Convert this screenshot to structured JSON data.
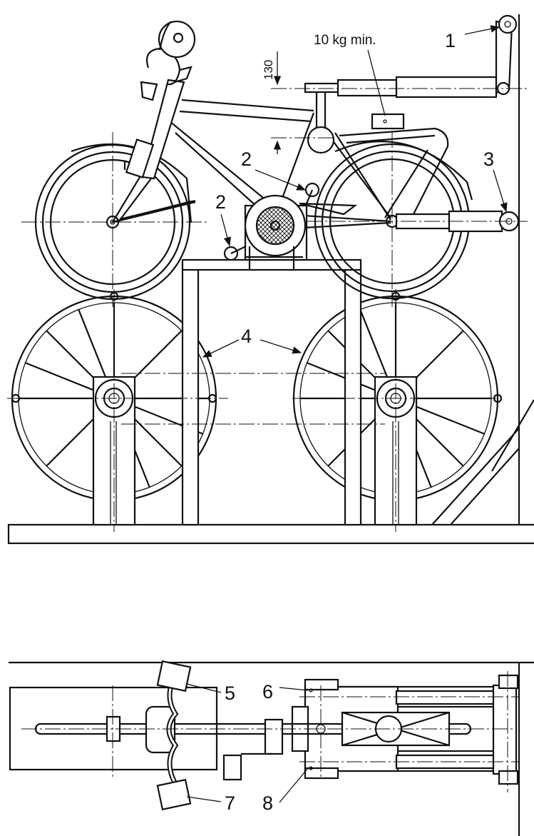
{
  "labels": {
    "l1": "1",
    "l2a": "2",
    "l2b": "2",
    "l3": "3",
    "l4": "4",
    "l5": "5",
    "l6": "6",
    "l7": "7",
    "l8": "8",
    "weight": "10 kg min.",
    "dimension": "130"
  }
}
